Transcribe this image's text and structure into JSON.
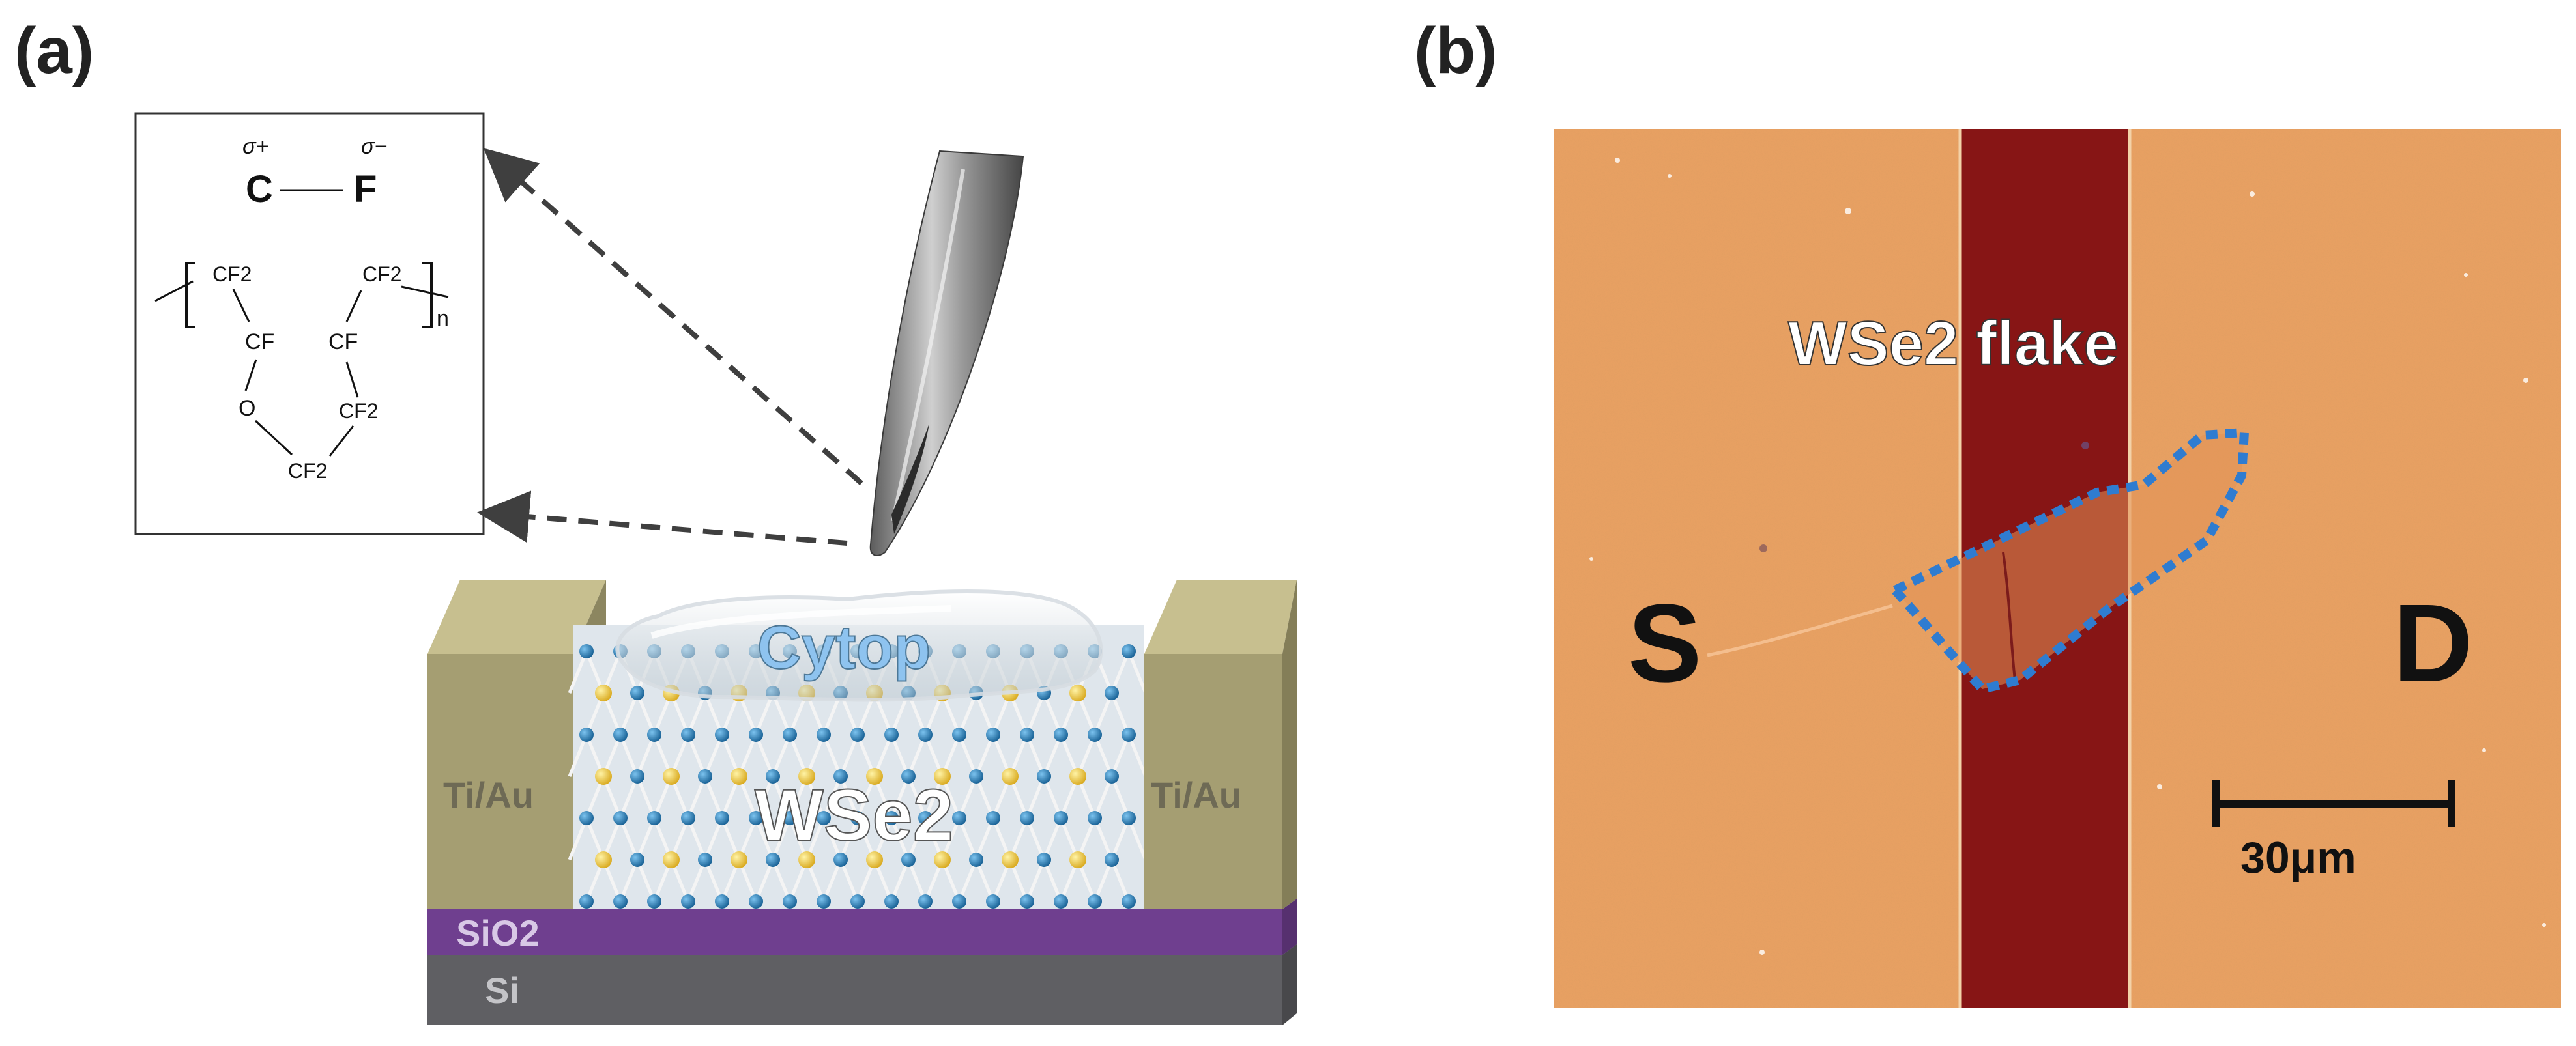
{
  "panel_a": {
    "label": "(a)",
    "molecule": {
      "sigma_plus": "σ+",
      "sigma_minus": "σ−",
      "atom_c": "C",
      "atom_f": "F",
      "cf2_top_left": "CF2",
      "cf2_top_right": "CF2",
      "cf_left": "CF",
      "cf_right": "CF",
      "oxygen": "O",
      "cf2_right_lower": "CF2",
      "cf2_bottom": "CF2",
      "repeat_n": "n"
    },
    "device": {
      "cytop_label": "Cytop",
      "channel_label": "WSe2",
      "left_contact": "Ti/Au",
      "right_contact": "Ti/Au",
      "oxide_label": "SiO2",
      "substrate_label": "Si"
    },
    "colors": {
      "contact": "#a59e72",
      "oxide": "#6f3f8f",
      "substrate": "#5f5f63",
      "se_atom": "#1f79b4",
      "w_atom": "#ecc838",
      "cytop_text": "#8ec3ef"
    }
  },
  "panel_b": {
    "label": "(b)",
    "flake_label": "WSe2 flake",
    "source_label": "S",
    "drain_label": "D",
    "scale_label": "30μm",
    "colors": {
      "background": "#eba163",
      "stripe": "#871515",
      "flake_outline": "#2f7cd0"
    }
  }
}
